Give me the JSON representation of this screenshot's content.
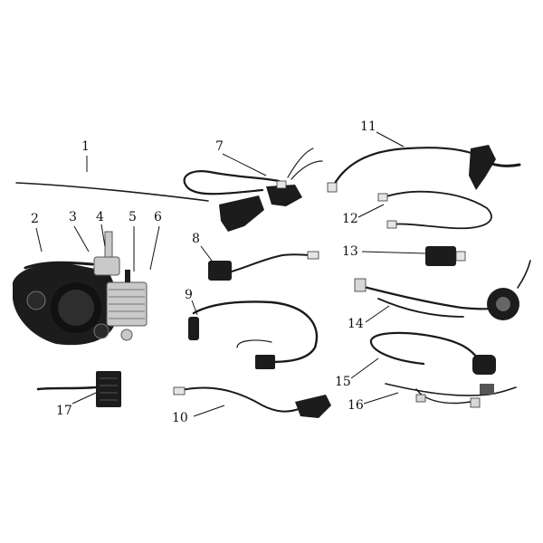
{
  "callouts": [
    {
      "id": "1",
      "label": "1"
    },
    {
      "id": "2",
      "label": "2"
    },
    {
      "id": "3",
      "label": "3"
    },
    {
      "id": "4",
      "label": "4"
    },
    {
      "id": "5",
      "label": "5"
    },
    {
      "id": "6",
      "label": "6"
    },
    {
      "id": "7",
      "label": "7"
    },
    {
      "id": "8",
      "label": "8"
    },
    {
      "id": "9",
      "label": "9"
    },
    {
      "id": "10",
      "label": "10"
    },
    {
      "id": "11",
      "label": "11"
    },
    {
      "id": "12",
      "label": "12"
    },
    {
      "id": "13",
      "label": "13"
    },
    {
      "id": "14",
      "label": "14"
    },
    {
      "id": "15",
      "label": "15"
    },
    {
      "id": "16",
      "label": "16"
    },
    {
      "id": "17",
      "label": "17"
    }
  ],
  "colors": {
    "background": "#ffffff",
    "ink": "#111111",
    "part_dark": "#1c1c1c",
    "part_metal": "#c9c9c9"
  }
}
